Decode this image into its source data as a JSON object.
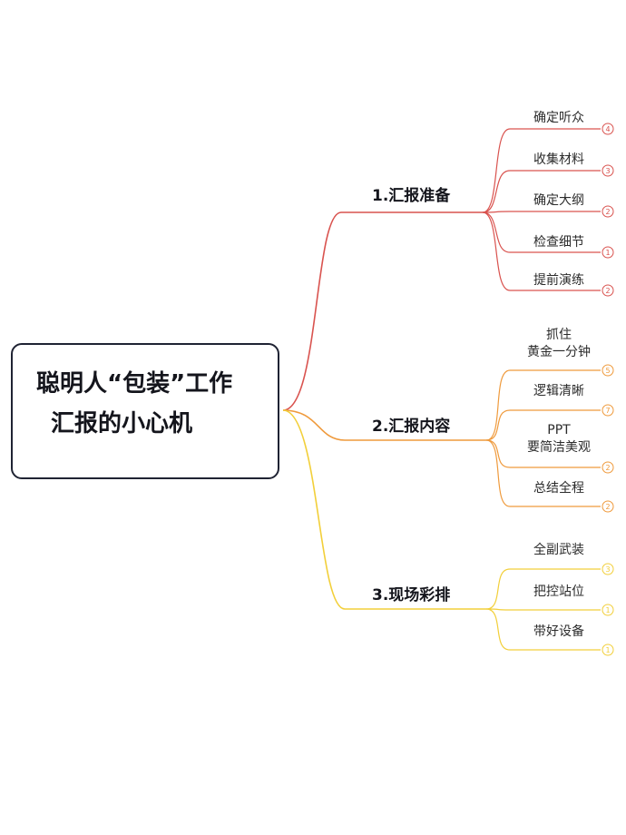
{
  "root": {
    "title_line1": "聪明人“包装”工作",
    "title_line2": "汇报的小心机"
  },
  "branches": [
    {
      "label": "1.汇报准备",
      "color": "#d9534f",
      "children": [
        {
          "lines": [
            "确定听众"
          ],
          "badge": "4"
        },
        {
          "lines": [
            "收集材料"
          ],
          "badge": "3"
        },
        {
          "lines": [
            "确定大纲"
          ],
          "badge": "2"
        },
        {
          "lines": [
            "检查细节"
          ],
          "badge": "1"
        },
        {
          "lines": [
            "提前演练"
          ],
          "badge": "2"
        }
      ]
    },
    {
      "label": "2.汇报内容",
      "color": "#ef9a3c",
      "children": [
        {
          "lines": [
            "抓住",
            "黄金一分钟"
          ],
          "badge": "5"
        },
        {
          "lines": [
            "逻辑清晰"
          ],
          "badge": "7"
        },
        {
          "lines": [
            "PPT",
            "要简洁美观"
          ],
          "badge": "2"
        },
        {
          "lines": [
            "总结全程"
          ],
          "badge": "2"
        }
      ]
    },
    {
      "label": "3.现场彩排",
      "color": "#f2cf3a",
      "children": [
        {
          "lines": [
            "全副武装"
          ],
          "badge": "3"
        },
        {
          "lines": [
            "把控站位"
          ],
          "badge": "1"
        },
        {
          "lines": [
            "带好设备"
          ],
          "badge": "1"
        }
      ]
    }
  ]
}
